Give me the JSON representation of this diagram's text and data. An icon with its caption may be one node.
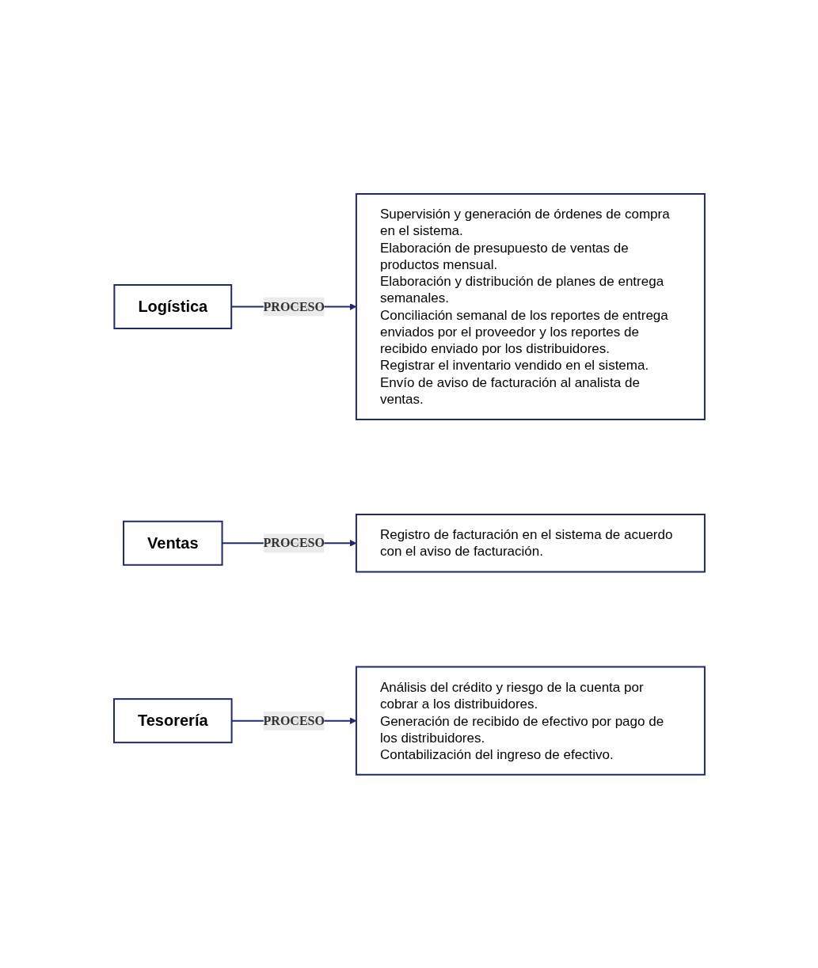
{
  "diagram": {
    "nodes": [
      {
        "text": [
          "Logística"
        ]
      },
      {
        "text": [
          "Supervisión y generación de órdenes de compra en el sistema.",
          "Elaboración de presupuesto de ventas de productos mensual.",
          "Elaboración y distribución de planes de entrega semanales.",
          "Conciliación semanal de los reportes de entrega enviados por el proveedor y los reportes de recibido enviado por los distribuidores.",
          "Registrar el inventario vendido en el sistema.",
          "Envío de aviso de facturación al analista de ventas."
        ]
      },
      {
        "text": [
          "Ventas"
        ]
      },
      {
        "text": [
          "Registro de facturación en el sistema de acuerdo con el aviso de facturación."
        ]
      },
      {
        "text": [
          "Tesorería"
        ]
      },
      {
        "text": [
          "Análisis del crédito y riesgo de la cuenta por cobrar a los distribuidores.",
          "Generación de recibido de efectivo por pago de los distribuidores.",
          "Contabilización del ingreso de efectivo."
        ]
      }
    ],
    "edges": [
      {
        "from": 0,
        "to": 1,
        "arrow": "to",
        "label": "PROCESO"
      },
      {
        "from": 2,
        "to": 3,
        "arrow": "to",
        "label": "PROCESO"
      },
      {
        "from": 4,
        "to": 5,
        "arrow": "to",
        "label": "PROCESO"
      }
    ]
  }
}
